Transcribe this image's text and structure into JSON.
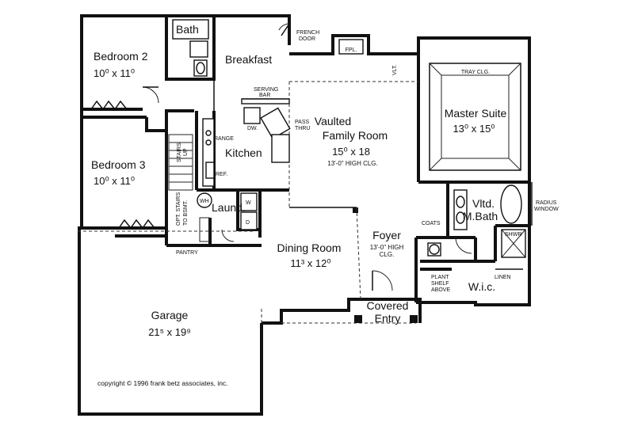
{
  "rooms": {
    "bath": "Bath",
    "bedroom2": "Bedroom 2",
    "bedroom2_dim": "10⁰ x 11⁰",
    "breakfast": "Breakfast",
    "bedroom3": "Bedroom 3",
    "bedroom3_dim": "10⁰ x 11⁰",
    "kitchen": "Kitchen",
    "family_l1": "Vaulted",
    "family_l2": "Family Room",
    "family_dim": "15⁰ x 18",
    "family_note": "13'-0\" HIGH CLG.",
    "master": "Master Suite",
    "master_dim": "13⁰ x 15⁰",
    "laund": "Laund.",
    "dining": "Dining Room",
    "dining_dim": "11³ x 12⁰",
    "foyer": "Foyer",
    "foyer_note_l1": "13'-0\" HIGH",
    "foyer_note_l2": "CLG.",
    "master_bath_l1": "Vltd.",
    "master_bath_l2": "M.Bath",
    "wic": "W.i.c.",
    "covered_l1": "Covered",
    "covered_l2": "Entry",
    "garage": "Garage",
    "garage_dim": "21⁵ x 19⁹"
  },
  "labels": {
    "french_l1": "FRENCH",
    "french_l2": "DOOR",
    "fpl": "FPL.",
    "vlt": "VLT.",
    "tray": "TRAY CLG.",
    "serving_l1": "SERVING",
    "serving_l2": "BAR",
    "pass_l1": "PASS",
    "pass_l2": "THRU",
    "dw": "DW.",
    "range": "RANGE",
    "ref": "REF.",
    "stairs_l1": "STAIRS",
    "stairs_l2": "UP",
    "opt_l1": "OPT. STAIRS",
    "opt_l2": "TO BSMT.",
    "wh": "WH",
    "w": "W",
    "d": "D",
    "pantry": "PANTRY",
    "coats": "COATS",
    "shwr": "SHWR",
    "linen": "LINEN",
    "plant_l1": "PLANT",
    "plant_l2": "SHELF",
    "plant_l3": "ABOVE",
    "radius_l1": "RADIUS",
    "radius_l2": "WINDOW"
  },
  "copyright": "copyright © 1996 frank betz associates, inc."
}
